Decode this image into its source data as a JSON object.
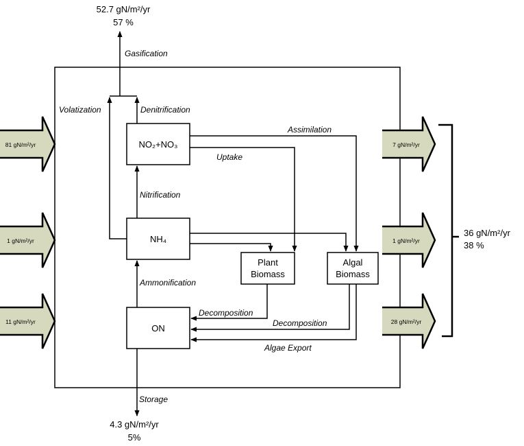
{
  "outputs_top": {
    "value": "52.7 gN/m²/yr",
    "percent": "57 %",
    "label": "Gasification"
  },
  "outputs_bottom": {
    "value": "4.3 gN/m²/yr",
    "percent": "5%",
    "label": "Storage"
  },
  "outputs_right": {
    "value": "36 gN/m²/yr",
    "percent": "38 %"
  },
  "inputs_left": [
    "81 gN/m²/yr",
    "1 gN/m²/yr",
    "11 gN/m²/yr"
  ],
  "exports_right": [
    "7 gN/m²/yr",
    "1 gN/m²/yr",
    "28 gN/m²/yr"
  ],
  "boxes": {
    "no": "NO₂+NO₃",
    "nh": "NH₄",
    "on": "ON",
    "plant1": "Plant",
    "plant2": "Biomass",
    "algal1": "Algal",
    "algal2": "Biomass"
  },
  "processes": {
    "volatization": "Volatization",
    "denitrification": "Denitrification",
    "assimilation": "Assimilation",
    "uptake": "Uptake",
    "nitrification": "Nitrification",
    "ammonification": "Ammonification",
    "decomposition1": "Decomposition",
    "decomposition2": "Decomposition",
    "algae_export": "Algae Export"
  },
  "colors": {
    "arrow_fill": "#d6d9bd"
  }
}
